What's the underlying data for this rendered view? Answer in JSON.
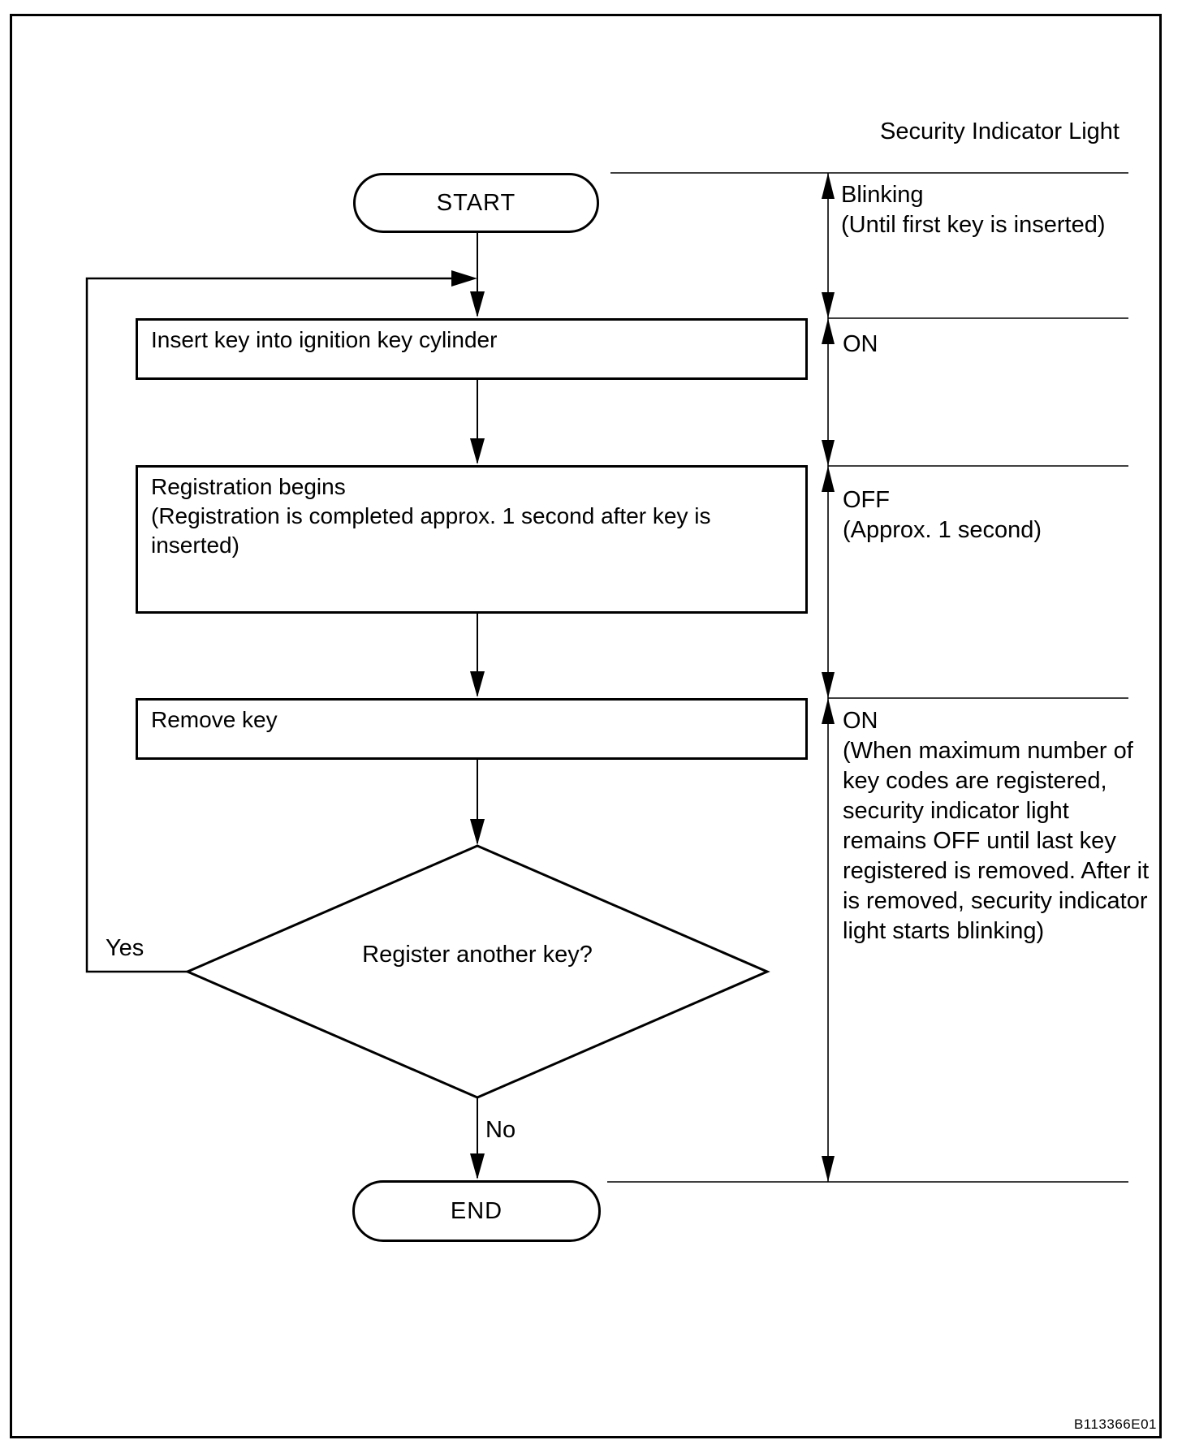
{
  "diagram": {
    "title": "Security Indicator Light",
    "figure_code": "B113366E01",
    "nodes": {
      "start": "START",
      "step1": "Insert key into ignition key cylinder",
      "step2_line1": "Registration begins",
      "step2_line2": "(Registration is completed approx. 1 second after key is inserted)",
      "step3": "Remove key",
      "decision": "Register another key?",
      "end": "END"
    },
    "edges": {
      "yes_label": "Yes",
      "no_label": "No"
    },
    "timeline": {
      "states": [
        {
          "label": "Blinking",
          "note_lines": [
            "(Until first key is inserted)"
          ]
        },
        {
          "label": "ON",
          "note_lines": []
        },
        {
          "label": "OFF",
          "note_lines": [
            "(Approx. 1 second)"
          ]
        },
        {
          "label": "ON",
          "note_lines": [
            "(When maximum number of",
            "key codes are registered,",
            "security indicator light",
            "remains OFF until last key",
            "registered is removed. After it",
            "is removed, security indicator",
            "light starts blinking)"
          ]
        }
      ]
    },
    "colors": {
      "line": "#000000",
      "background": "#ffffff"
    }
  }
}
